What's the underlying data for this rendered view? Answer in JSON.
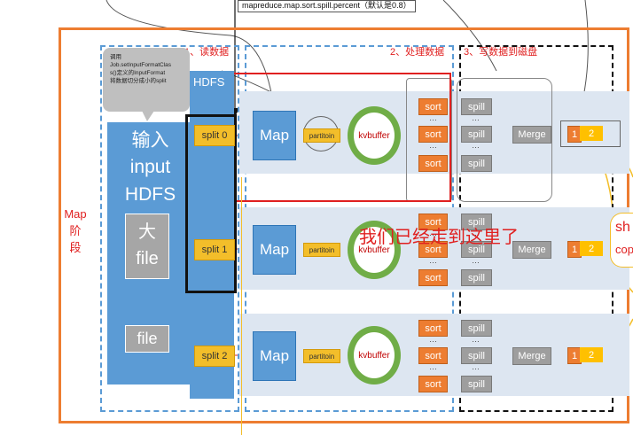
{
  "config_label": "mapreduce.map.sort.spill.percent（默认是0.8）",
  "stage_label": "Map\n阶\n段",
  "section_labels": {
    "read": "1、读数据",
    "process": "2、处理数据",
    "write": "3、写数据到磁盘"
  },
  "callout": "调用\nJob.setInputFormatClas\ns()定义的InputFormat\n将数据切分成小的split",
  "input_title": [
    "输入",
    "input",
    "HDFS"
  ],
  "big_file": [
    "大",
    "file"
  ],
  "small_file": "file",
  "hdfs_label": "HDFS",
  "overlay_text": "我们已经走到这里了",
  "labels": {
    "map": "Map",
    "partition": "partitoin",
    "kvbuffer": "kvbuffer",
    "sort": "sort",
    "spill": "spill",
    "merge": "Merge",
    "dots": "…",
    "p1": "1",
    "p2": "2"
  },
  "rows": [
    {
      "split": "split 0"
    },
    {
      "split": "split 1"
    },
    {
      "split": "split 2"
    }
  ],
  "right_cut": {
    "a": "sh",
    "b": "cop"
  },
  "colors": {
    "orange_frame": "#ed7d31",
    "blue": "#5b9bd5",
    "red": "#e02020",
    "green": "#70ad47",
    "gold": "#f3be2a",
    "gray": "#9e9e9e"
  }
}
